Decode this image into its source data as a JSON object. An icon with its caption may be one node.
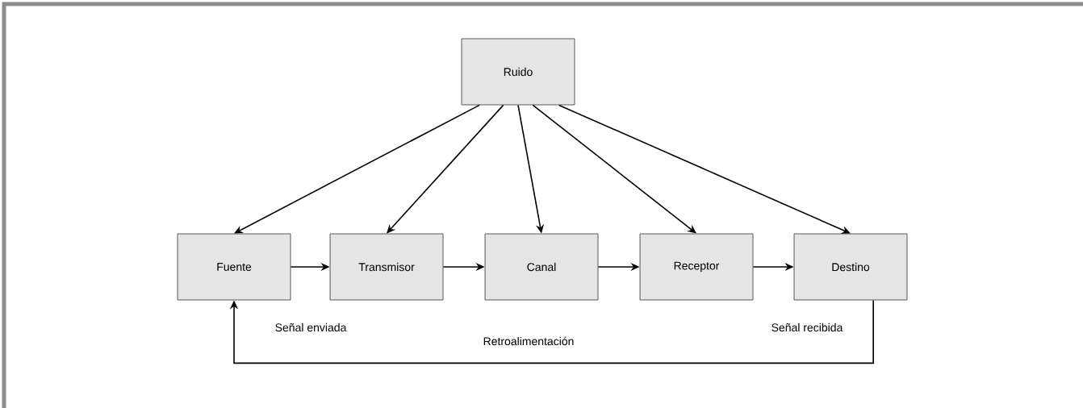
{
  "diagram": {
    "nodes": [
      {
        "text": [
          "Ruido"
        ]
      },
      {
        "text": [
          "Fuente"
        ]
      },
      {
        "text": [
          "Transmisor"
        ]
      },
      {
        "text": [
          "Canal"
        ]
      },
      {
        "text": [
          "Receptor"
        ]
      },
      {
        "text": [
          "Destino"
        ]
      }
    ],
    "edges": [
      {
        "from": 0,
        "to": 1,
        "arrow": "to"
      },
      {
        "from": 0,
        "to": 2,
        "arrow": "to"
      },
      {
        "from": 0,
        "to": 3,
        "arrow": "to"
      },
      {
        "from": 0,
        "to": 4,
        "arrow": "to"
      },
      {
        "from": 0,
        "to": 5,
        "arrow": "to"
      },
      {
        "from": 1,
        "to": 2,
        "arrow": "to"
      },
      {
        "from": 2,
        "to": 3,
        "arrow": "to"
      },
      {
        "from": 3,
        "to": 4,
        "arrow": "to"
      },
      {
        "from": 4,
        "to": 5,
        "arrow": "to"
      },
      {
        "from": 5,
        "to": 1,
        "arrow": "to",
        "label": "Retroalimentación"
      }
    ],
    "labels": [
      "Señal enviada",
      "Señal recibida"
    ]
  }
}
